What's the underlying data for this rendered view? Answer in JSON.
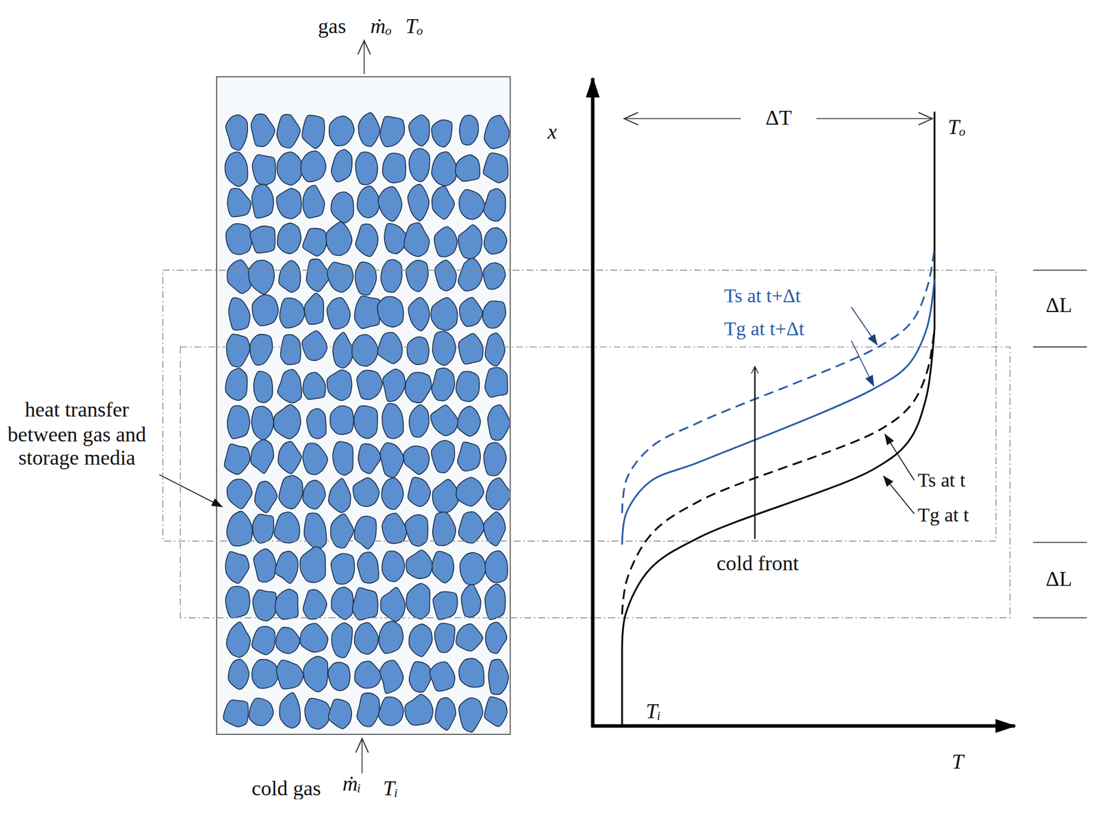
{
  "diagram": {
    "labels": [
      "gas",
      "ṁₒ",
      "Tₒ",
      "heat transfer between gas and storage media",
      "cold gas",
      "ṁᵢ",
      "Tᵢ",
      "x",
      "T",
      "ΔT",
      "Tₒ",
      "Tᵢ",
      "Ts at t+Δt",
      "Tg at t+Δt",
      "cold front",
      "Ts at t",
      "Tg at t",
      "ΔL",
      "ΔL"
    ]
  }
}
